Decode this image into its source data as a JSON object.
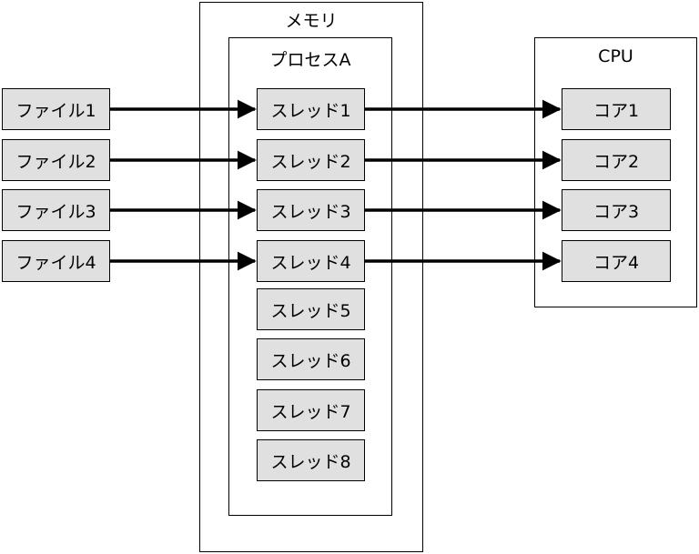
{
  "memory": {
    "label": "メモリ"
  },
  "process": {
    "label": "プロセスA"
  },
  "cpu": {
    "label": "CPU"
  },
  "files": [
    "ファイル1",
    "ファイル2",
    "ファイル3",
    "ファイル4"
  ],
  "threads": [
    "スレッド1",
    "スレッド2",
    "スレッド3",
    "スレッド4",
    "スレッド5",
    "スレッド6",
    "スレッド7",
    "スレッド8"
  ],
  "cores": [
    "コア1",
    "コア2",
    "コア3",
    "コア4"
  ]
}
